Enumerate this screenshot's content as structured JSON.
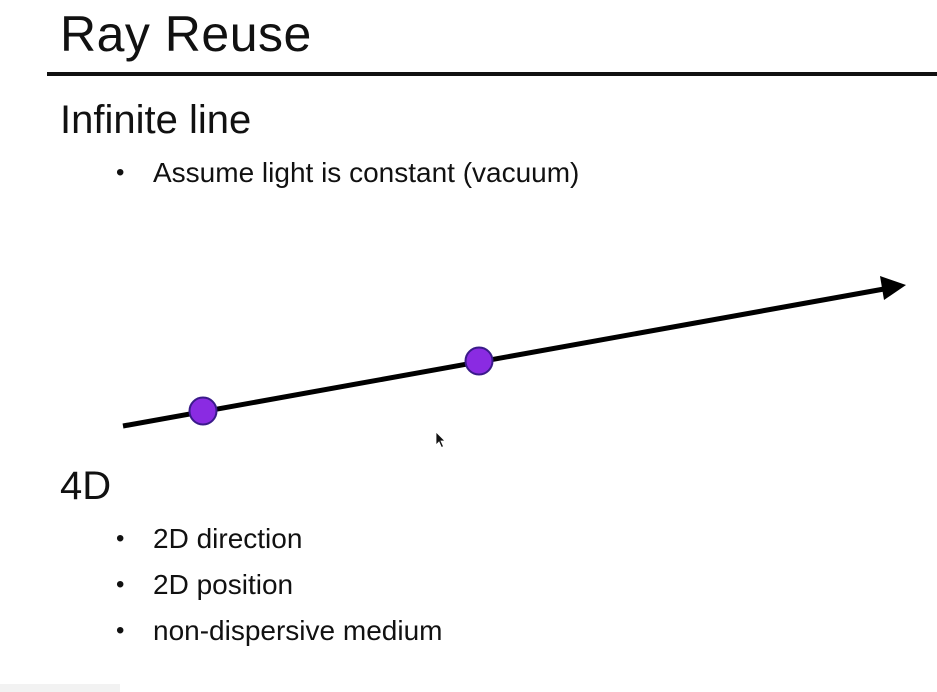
{
  "slide": {
    "title": "Ray Reuse",
    "sections": [
      {
        "heading": "Infinite line",
        "bullets": [
          "Assume light is constant (vacuum)"
        ]
      },
      {
        "heading": "4D",
        "bullets": [
          "2D direction",
          "2D position",
          "non-dispersive medium"
        ]
      }
    ]
  },
  "figure": {
    "line_color": "#000000",
    "point_fill": "#8a2be2",
    "point_stroke": "#3a1a8a"
  },
  "bullet_glyph": "•"
}
